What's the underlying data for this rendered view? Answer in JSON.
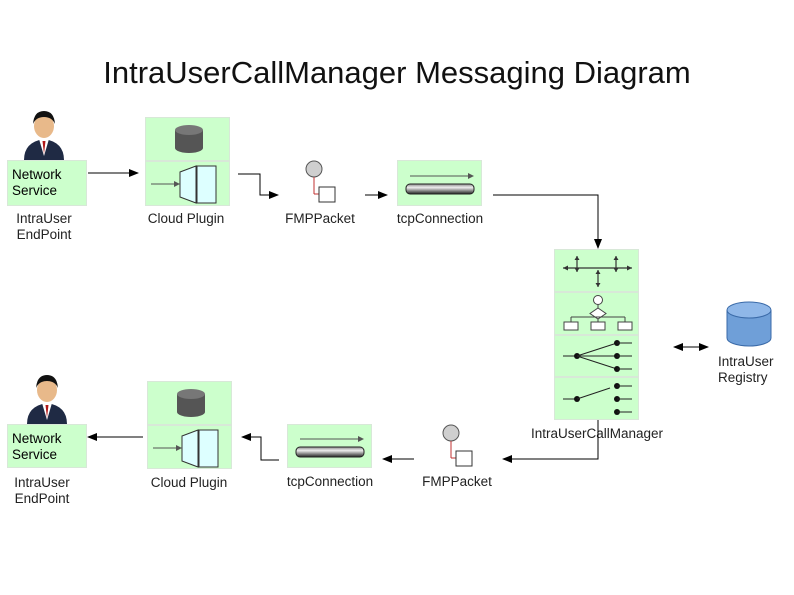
{
  "title": "IntraUserCallManager Messaging Diagram",
  "top_flow": {
    "network_service": "Network\nService",
    "endpoint": "IntraUser\nEndPoint",
    "cloud_plugin": "Cloud Plugin",
    "fmp_packet": "FMPPacket",
    "tcp_connection": "tcpConnection"
  },
  "manager": {
    "label": "IntraUserCallManager"
  },
  "registry": {
    "label": "IntraUser\nRegistry"
  },
  "bottom_flow": {
    "network_service": "Network\nService",
    "endpoint": "IntraUser\nEndPoint",
    "cloud_plugin": "Cloud Plugin",
    "tcp_connection": "tcpConnection",
    "fmp_packet": "FMPPacket"
  },
  "colors": {
    "box_fill": "#ccffcc",
    "db_fill": "#6f9fd8",
    "arrow": "#000000"
  },
  "icons": [
    "user-icon",
    "database-icon",
    "plugin-door-icon",
    "packet-icon",
    "pipe-icon",
    "router-icon",
    "flowchart-icon",
    "switch-icon"
  ]
}
